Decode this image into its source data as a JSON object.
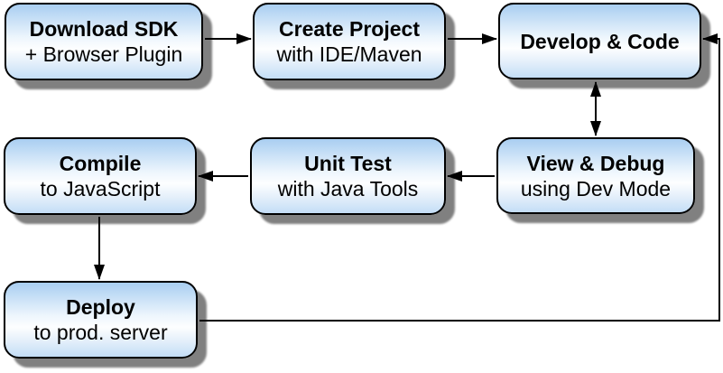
{
  "diagram": {
    "type": "flowchart",
    "nodes": [
      {
        "id": "download-sdk",
        "line1": "Download SDK",
        "line2": "+ Browser Plugin"
      },
      {
        "id": "create-project",
        "line1": "Create Project",
        "line2": "with IDE/Maven"
      },
      {
        "id": "develop-code",
        "line1": "Develop & Code",
        "line2": ""
      },
      {
        "id": "compile",
        "line1": "Compile",
        "line2": "to JavaScript"
      },
      {
        "id": "unit-test",
        "line1": "Unit Test",
        "line2": "with Java Tools"
      },
      {
        "id": "view-debug",
        "line1": "View & Debug",
        "line2": "using Dev Mode"
      },
      {
        "id": "deploy",
        "line1": "Deploy",
        "line2": "to prod. server"
      }
    ],
    "edges": [
      {
        "from": "download-sdk",
        "to": "create-project",
        "direction": "one-way"
      },
      {
        "from": "create-project",
        "to": "develop-code",
        "direction": "one-way"
      },
      {
        "from": "develop-code",
        "to": "view-debug",
        "direction": "two-way"
      },
      {
        "from": "view-debug",
        "to": "unit-test",
        "direction": "one-way"
      },
      {
        "from": "unit-test",
        "to": "compile",
        "direction": "one-way"
      },
      {
        "from": "compile",
        "to": "deploy",
        "direction": "one-way"
      },
      {
        "from": "deploy",
        "to": "develop-code",
        "direction": "one-way",
        "route": "right-edge-feedback-loop"
      }
    ],
    "colors": {
      "node_fill_top": "#a9cef1",
      "node_fill_middle": "#fdfeff",
      "node_fill_bottom": "#c3ddf6",
      "node_border": "#000000",
      "shadow": "#808080",
      "arrow": "#000000",
      "text": "#000000",
      "background": "#ffffff"
    }
  }
}
